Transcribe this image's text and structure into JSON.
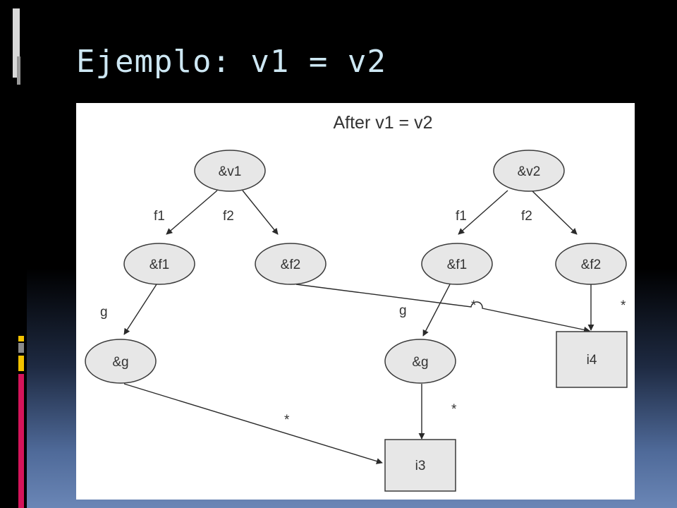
{
  "slide": {
    "title": "Ejemplo: v1 = v2",
    "colors": {
      "title": "#cde7f3",
      "accent_yellow": "#f2c200",
      "accent_magenta": "#d4145a",
      "accent_gray": "#8a8a8a"
    }
  },
  "diagram": {
    "title": "After v1 = v2",
    "nodes": [
      {
        "id": "v1",
        "label": "&v1",
        "shape": "ellipse"
      },
      {
        "id": "f1a",
        "label": "&f1",
        "shape": "ellipse"
      },
      {
        "id": "f2a",
        "label": "&f2",
        "shape": "ellipse"
      },
      {
        "id": "ga",
        "label": "&g",
        "shape": "ellipse"
      },
      {
        "id": "v2",
        "label": "&v2",
        "shape": "ellipse"
      },
      {
        "id": "f1b",
        "label": "&f1",
        "shape": "ellipse"
      },
      {
        "id": "f2b",
        "label": "&f2",
        "shape": "ellipse"
      },
      {
        "id": "gb",
        "label": "&g",
        "shape": "ellipse"
      },
      {
        "id": "i3",
        "label": "i3",
        "shape": "box"
      },
      {
        "id": "i4",
        "label": "i4",
        "shape": "box"
      }
    ],
    "edges": [
      {
        "from": "v1",
        "to": "f1a",
        "label": "f1"
      },
      {
        "from": "v1",
        "to": "f2a",
        "label": "f2"
      },
      {
        "from": "f1a",
        "to": "ga",
        "label": "g"
      },
      {
        "from": "ga",
        "to": "i3",
        "label": "*"
      },
      {
        "from": "v2",
        "to": "f1b",
        "label": "f1"
      },
      {
        "from": "v2",
        "to": "f2b",
        "label": "f2"
      },
      {
        "from": "f1b",
        "to": "gb",
        "label": "g"
      },
      {
        "from": "gb",
        "to": "i3",
        "label": "*"
      },
      {
        "from": "f2a",
        "to": "i4",
        "label": "*"
      },
      {
        "from": "f2b",
        "to": "i4",
        "label": "*"
      }
    ]
  }
}
